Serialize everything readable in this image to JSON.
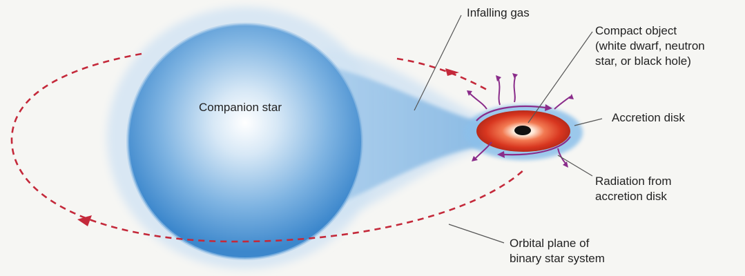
{
  "labels": {
    "companion_star": "Companion star",
    "infalling_gas": "Infalling gas",
    "compact_object": {
      "line1": "Compact object",
      "line2": "(white dwarf, neutron",
      "line3": "star, or black hole)"
    },
    "accretion_disk": "Accretion disk",
    "radiation": {
      "line1": "Radiation from",
      "line2": "accretion disk"
    },
    "orbital_plane": {
      "line1": "Orbital plane of",
      "line2": "binary star system"
    }
  },
  "colors": {
    "orbit": "#c4293a",
    "star": "#5a9fd6",
    "disk": "#e04a2e",
    "radiation": "#8a2c8a",
    "leader": "#555555",
    "background": "#f6f6f3"
  }
}
